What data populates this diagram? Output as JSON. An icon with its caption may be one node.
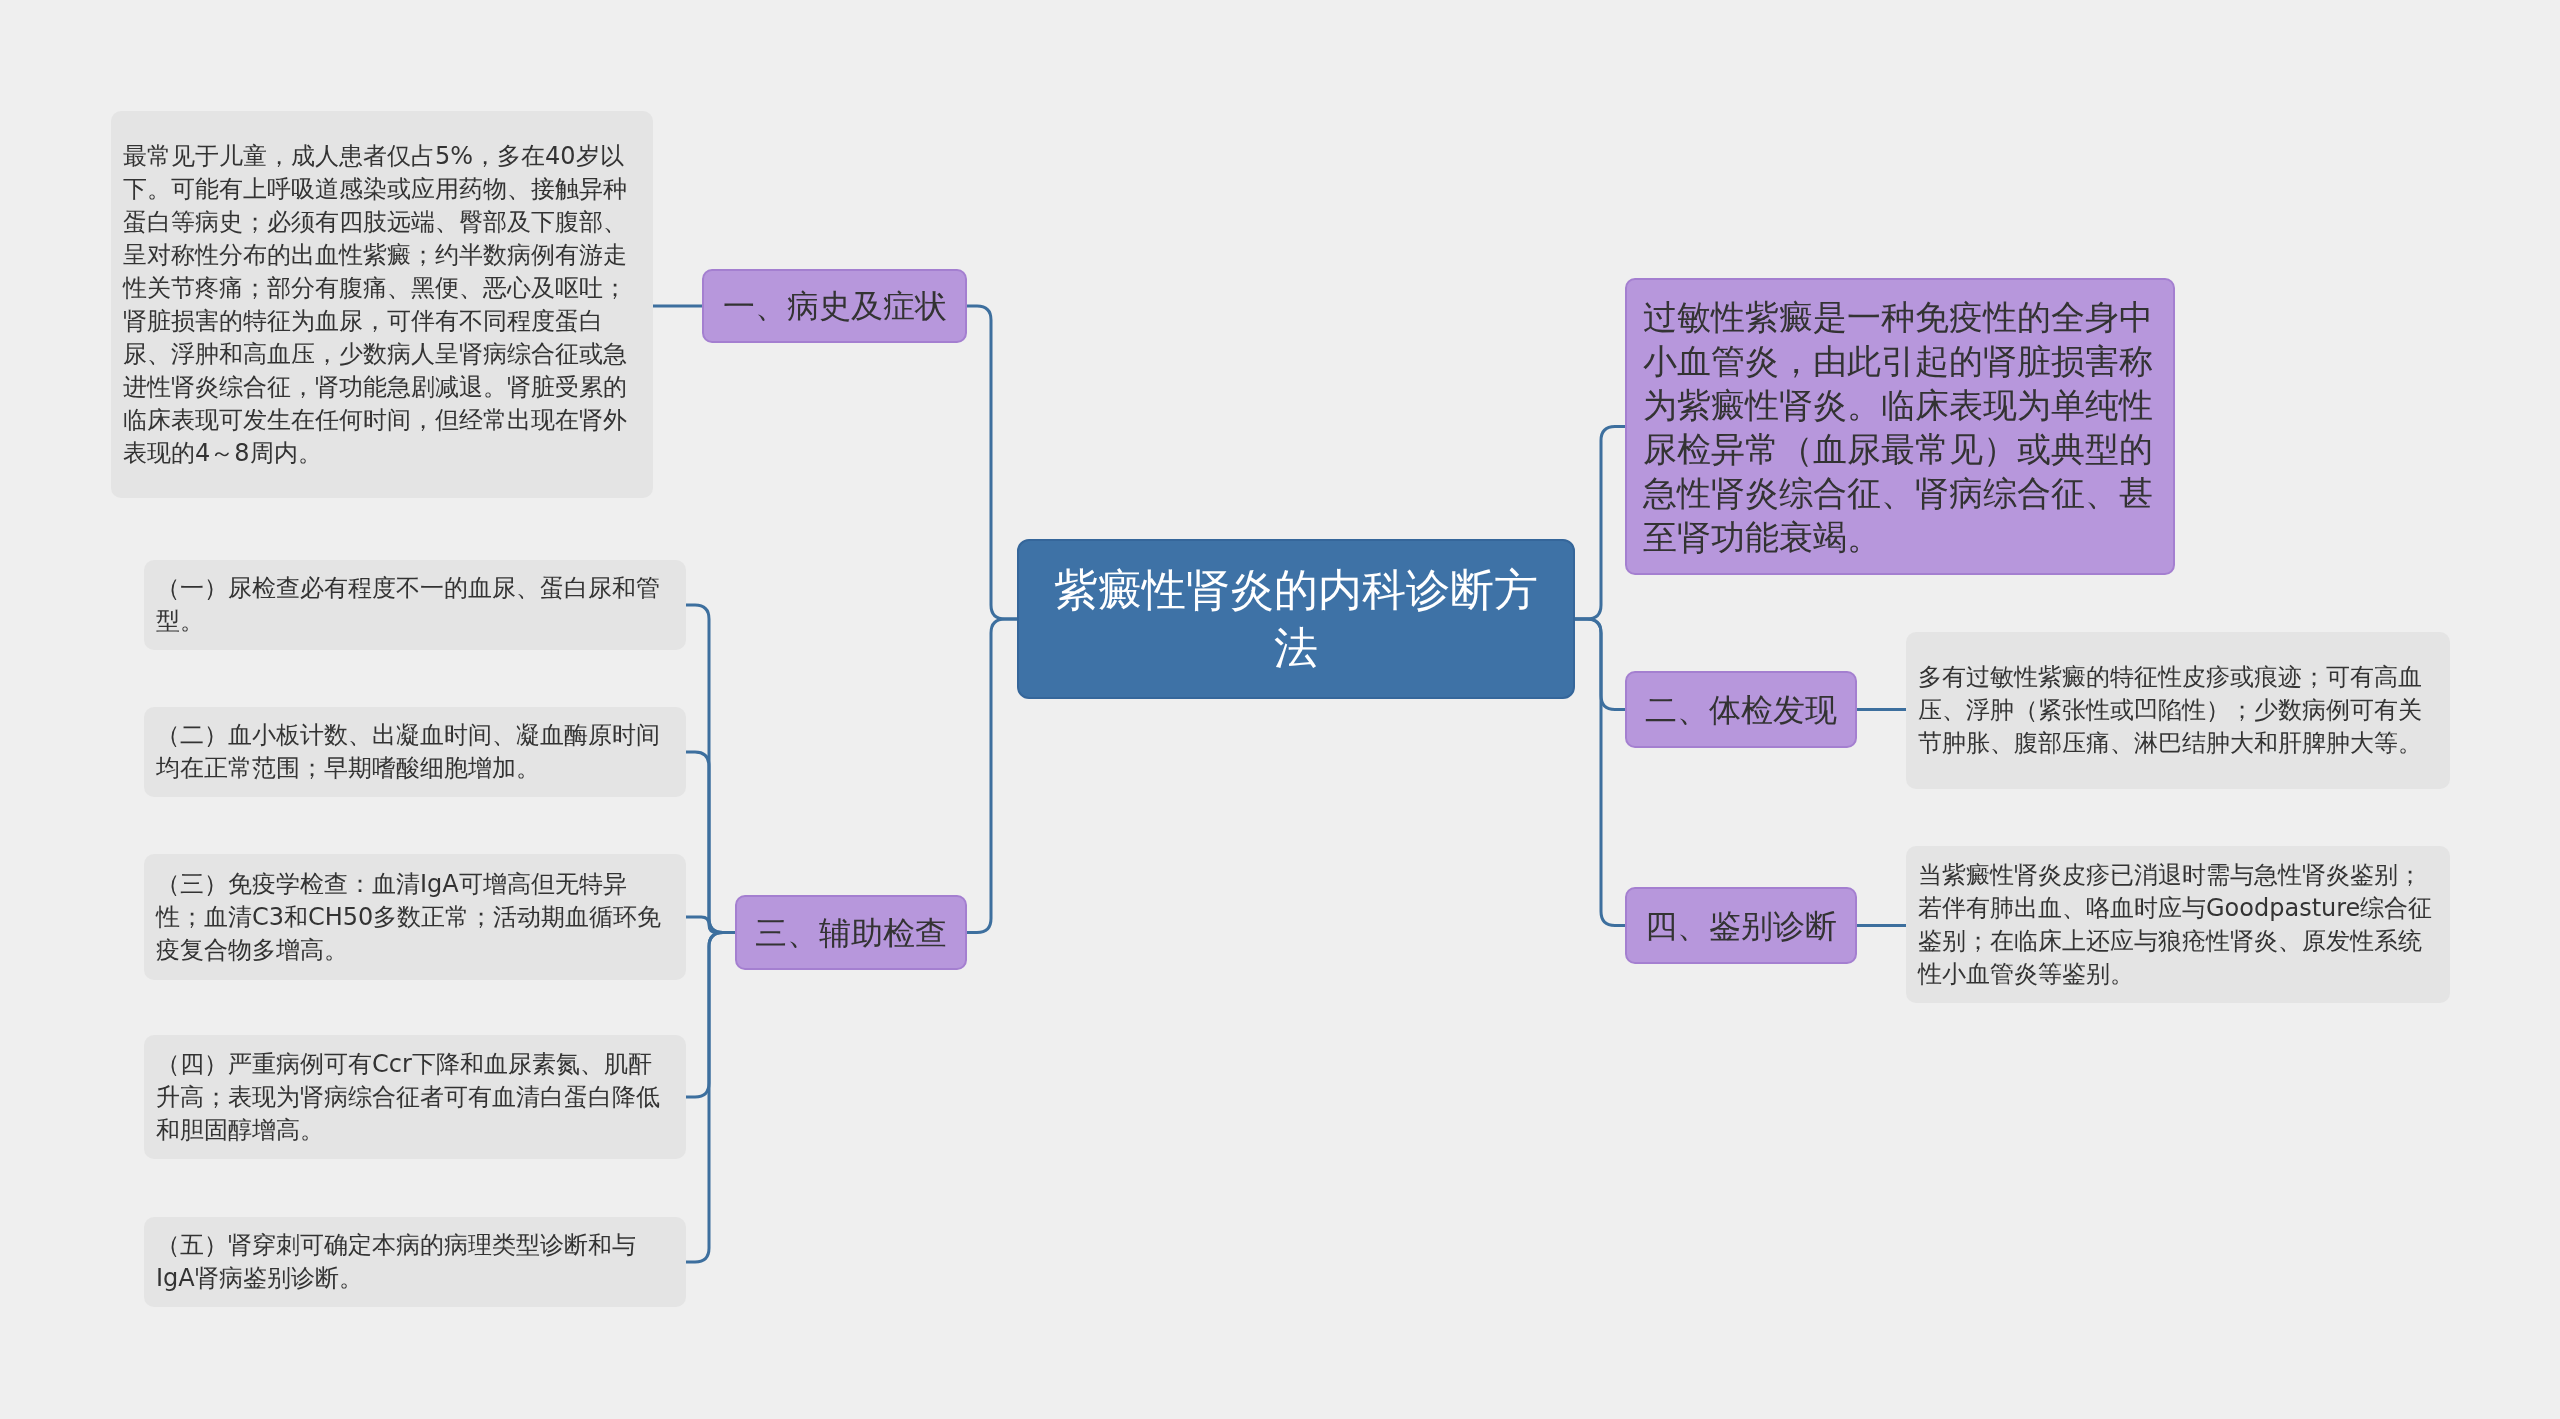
{
  "diagram": {
    "nodes": [
      {
        "text": [
          "紫癜性肾炎的内科诊断方法"
        ]
      },
      {
        "text": [
          "一、病史及症状"
        ]
      },
      {
        "text": [
          "最常见于儿童，成人患者仅占5%，多在40岁以下。可能有上呼吸道感染或应用药物、接触异种蛋白等病史；必须有四肢远端、臀部及下腹部、呈对称性分布的出血性紫癜；约半数病例有游走性关节疼痛；部分有腹痛、黑便、恶心及呕吐；肾脏损害的特征为血尿，可伴有不同程度蛋白尿、浮肿和高血压，少数病人呈肾病综合征或急进性肾炎综合征，肾功能急剧减退。肾脏受累的临床表现可发生在任何时间，但经常出现在肾外表现的4～8周内。"
        ]
      },
      {
        "text": [
          "三、辅助检查"
        ]
      },
      {
        "text": [
          "（一）尿检查必有程度不一的血尿、蛋白尿和管型。"
        ]
      },
      {
        "text": [
          "（二）血小板计数、出凝血时间、凝血酶原时间均在正常范围；早期嗜酸细胞增加。"
        ]
      },
      {
        "text": [
          "（三）免疫学检查：血清IgA可增高但无特异性；血清C3和CH50多数正常；活动期血循环免疫复合物多增高。"
        ]
      },
      {
        "text": [
          "（四）严重病例可有Ccr下降和血尿素氮、肌酐升高；表现为肾病综合征者可有血清白蛋白降低和胆固醇增高。"
        ]
      },
      {
        "text": [
          "（五）肾穿刺可确定本病的病理类型诊断和与IgA肾病鉴别诊断。"
        ]
      },
      {
        "text": [
          "过敏性紫癜是一种免疫性的全身中小血管炎，由此引起的肾脏损害称为紫癜性肾炎。临床表现为单纯性尿检异常（血尿最常见）或典型的急性肾炎综合征、肾病综合征、甚至肾功能衰竭。"
        ]
      },
      {
        "text": [
          "二、体检发现"
        ]
      },
      {
        "text": [
          "多有过敏性紫癜的特征性皮疹或痕迹；可有高血压、浮肿（紧张性或凹陷性）；少数病例可有关节肿胀、腹部压痛、淋巴结肿大和肝脾肿大等。"
        ]
      },
      {
        "text": [
          "四、鉴别诊断"
        ]
      },
      {
        "text": [
          "当紫癜性肾炎皮疹已消退时需与急性肾炎鉴别；若伴有肺出血、咯血时应与Goodpasture综合征鉴别；在临床上还应与狼疮性肾炎、原发性系统性小血管炎等鉴别。"
        ]
      }
    ],
    "edges": [
      {
        "from": 0,
        "to": 1,
        "arrow": "none"
      },
      {
        "from": 1,
        "to": 2,
        "arrow": "none"
      },
      {
        "from": 0,
        "to": 3,
        "arrow": "none"
      },
      {
        "from": 3,
        "to": 4,
        "arrow": "none"
      },
      {
        "from": 3,
        "to": 5,
        "arrow": "none"
      },
      {
        "from": 3,
        "to": 6,
        "arrow": "none"
      },
      {
        "from": 3,
        "to": 7,
        "arrow": "none"
      },
      {
        "from": 3,
        "to": 8,
        "arrow": "none"
      },
      {
        "from": 0,
        "to": 9,
        "arrow": "none"
      },
      {
        "from": 0,
        "to": 10,
        "arrow": "none"
      },
      {
        "from": 10,
        "to": 11,
        "arrow": "none"
      },
      {
        "from": 0,
        "to": 12,
        "arrow": "none"
      },
      {
        "from": 12,
        "to": 13,
        "arrow": "none"
      }
    ]
  }
}
